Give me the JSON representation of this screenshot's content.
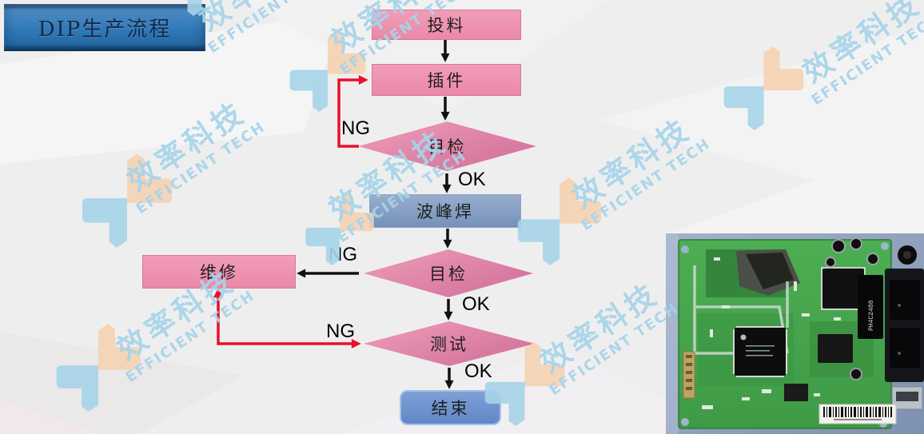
{
  "title": {
    "text": "DIP生产流程"
  },
  "watermark": {
    "cn": "效率科技",
    "en": "EFFICIENT TECH"
  },
  "flowchart": {
    "nodes": {
      "feed": {
        "label": "投料"
      },
      "insert": {
        "label": "插件"
      },
      "inspect1": {
        "label": "目检"
      },
      "wave": {
        "label": "波峰焊"
      },
      "inspect2": {
        "label": "目检"
      },
      "test": {
        "label": "测试"
      },
      "end": {
        "label": "结束"
      },
      "repair": {
        "label": "维修"
      }
    },
    "labels": {
      "ok1": "OK",
      "ok2": "OK",
      "ok3": "OK",
      "ng1": "NG",
      "ng2": "NG",
      "ng3": "NG"
    }
  },
  "pcb": {
    "chip_text": "PH4C2488"
  },
  "colors": {
    "box_pink": "#EE8FAE",
    "diamond_pink": "#DE84A6",
    "wave_blue": "#7E9AC1",
    "end_blue": "#6C92CD",
    "title_blue": "#2E75B6",
    "arrow_red": "#E8112D",
    "arrow_black": "#111111",
    "watermark_blue": "#A7D4E9",
    "logo_peach": "#F6D3B2"
  }
}
